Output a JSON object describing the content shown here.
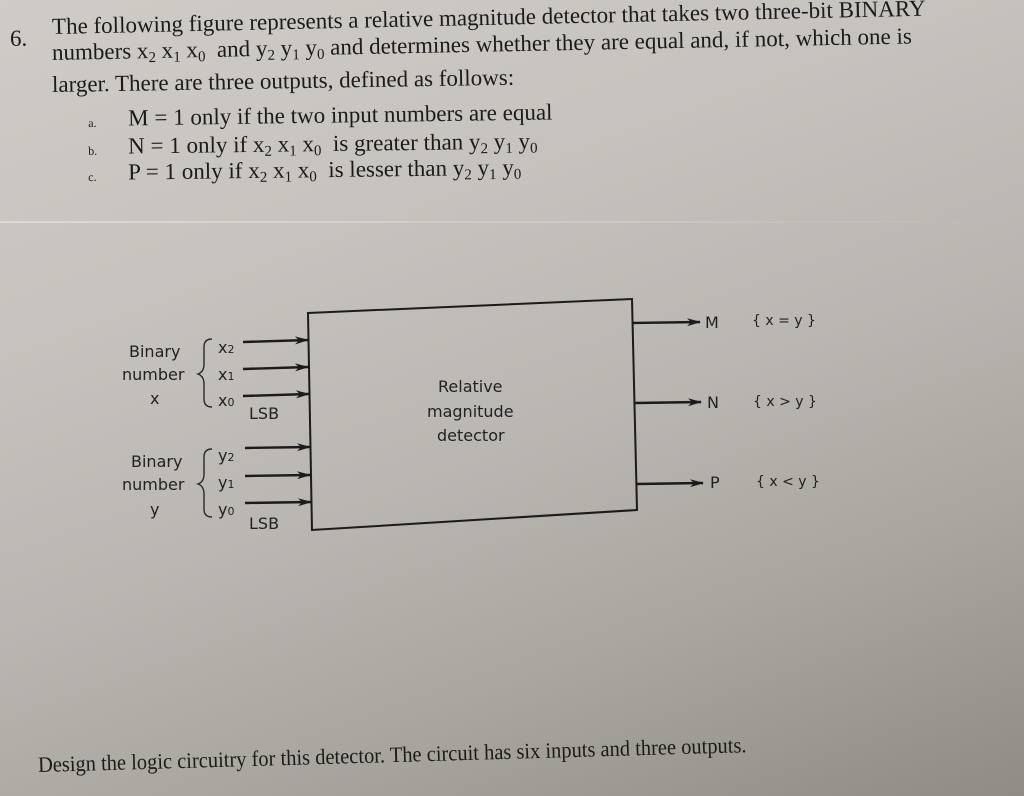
{
  "problem": {
    "number": "6.",
    "intro_lines": [
      "The following figure represents a relative magnitude detector that takes two three-bit BINARY",
      "and determines whether they are equal and, if not, which one is",
      "larger. There are three outputs, defined as follows:"
    ],
    "intro_line2_prefix": "numbers",
    "intro_line2_and": "and",
    "x_bits": [
      "x",
      "2",
      "x",
      "1",
      "x",
      "0"
    ],
    "y_bits": [
      "y",
      "2",
      "y",
      "1",
      "y",
      "0"
    ],
    "items": [
      {
        "marker": "a.",
        "text": "M = 1 only if the two input numbers are equal"
      },
      {
        "marker": "b.",
        "prefix": "N = 1 only if",
        "relation": "is greater than"
      },
      {
        "marker": "c.",
        "prefix": "P = 1 only if",
        "relation": "is lesser than"
      }
    ]
  },
  "diagram": {
    "block_label_lines": [
      "Relative",
      "magnitude",
      "detector"
    ],
    "input_group_x": {
      "label_lines": [
        "Binary",
        "number",
        "x"
      ],
      "signals": [
        {
          "name": "x",
          "sub": "2"
        },
        {
          "name": "x",
          "sub": "1"
        },
        {
          "name": "x",
          "sub": "0"
        }
      ],
      "lsb_label": "LSB"
    },
    "input_group_y": {
      "label_lines": [
        "Binary",
        "number",
        "y"
      ],
      "signals": [
        {
          "name": "y",
          "sub": "2"
        },
        {
          "name": "y",
          "sub": "1"
        },
        {
          "name": "y",
          "sub": "0"
        }
      ],
      "lsb_label": "LSB"
    },
    "outputs": [
      {
        "name": "M",
        "condition": "{ x = y }"
      },
      {
        "name": "N",
        "condition": "{ x > y }"
      },
      {
        "name": "P",
        "condition": "{ x < y }"
      }
    ]
  },
  "footer": {
    "text": "Design the logic circuitry for this detector. The circuit has six inputs and three outputs."
  },
  "colors": {
    "ink": "#1c1b1a",
    "paper_light": "#cfcbc6",
    "paper_dark": "#8f8b85"
  }
}
